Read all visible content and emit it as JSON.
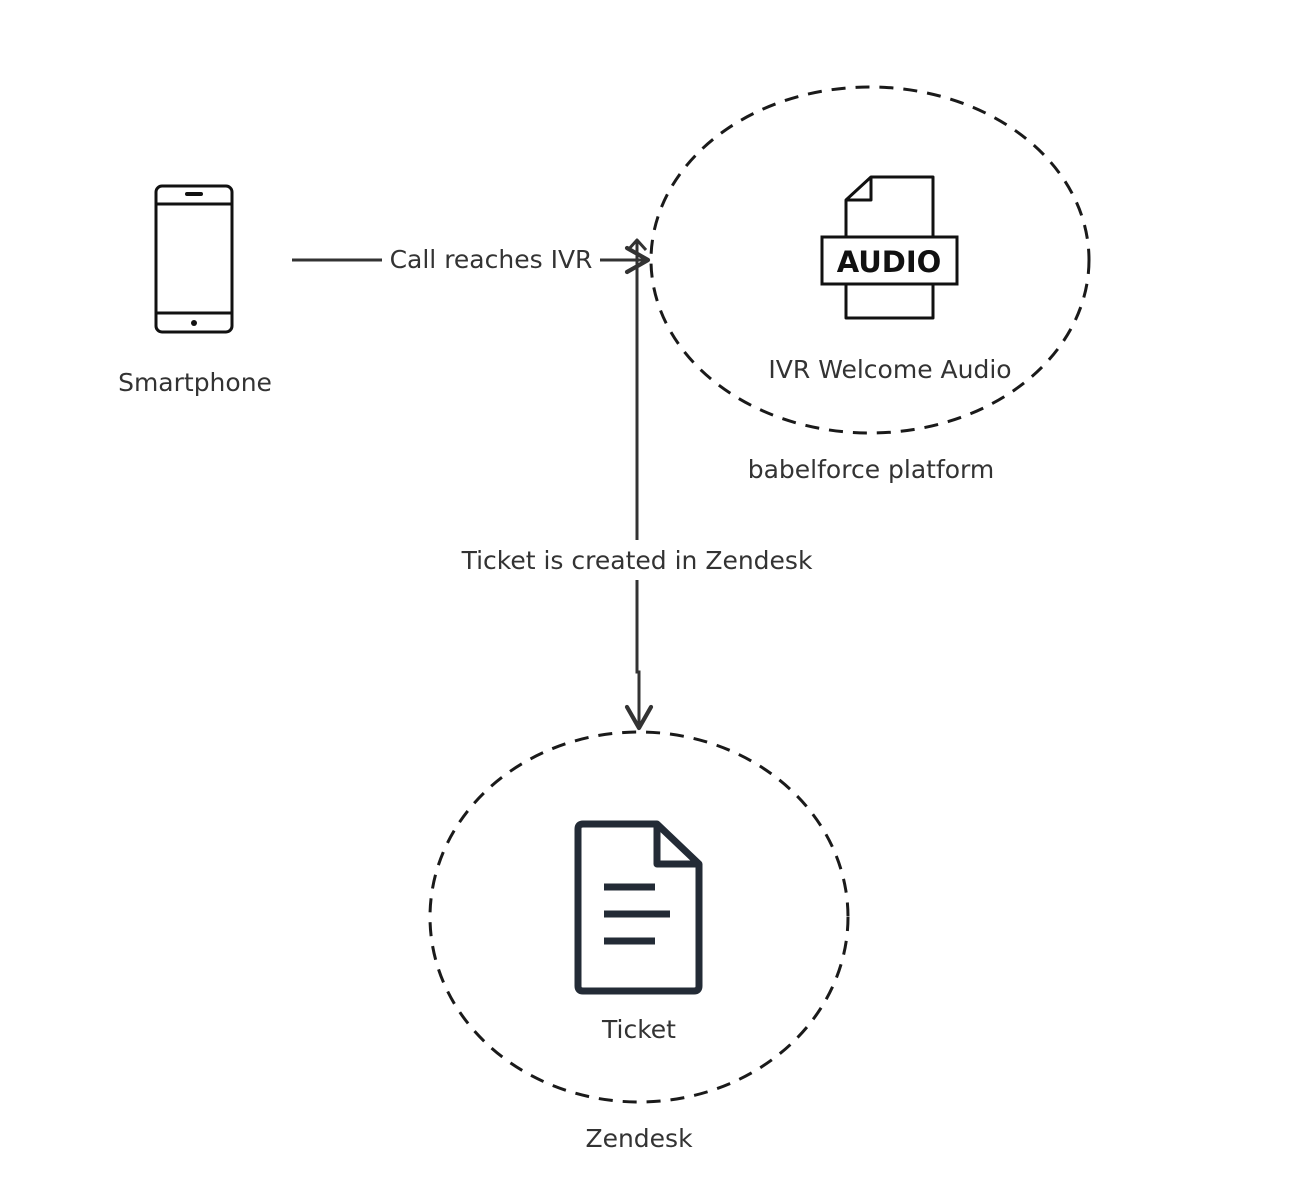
{
  "nodes": {
    "smartphone": {
      "label": "Smartphone",
      "icon": "smartphone-icon"
    },
    "audio": {
      "label": "IVR Welcome Audio",
      "icon": "audio-file-icon",
      "badge_text": "AUDIO"
    },
    "ticket": {
      "label": "Ticket",
      "icon": "document-icon"
    }
  },
  "groups": {
    "babelforce": {
      "label": "babelforce platform"
    },
    "zendesk": {
      "label": "Zendesk"
    }
  },
  "edges": {
    "call": {
      "label": "Call reaches IVR"
    },
    "ticket_created": {
      "label": "Ticket is created in Zendesk"
    }
  },
  "colors": {
    "line": "#333333",
    "text": "#333333",
    "ticket_icon": "#232b36",
    "background": "#ffffff"
  }
}
